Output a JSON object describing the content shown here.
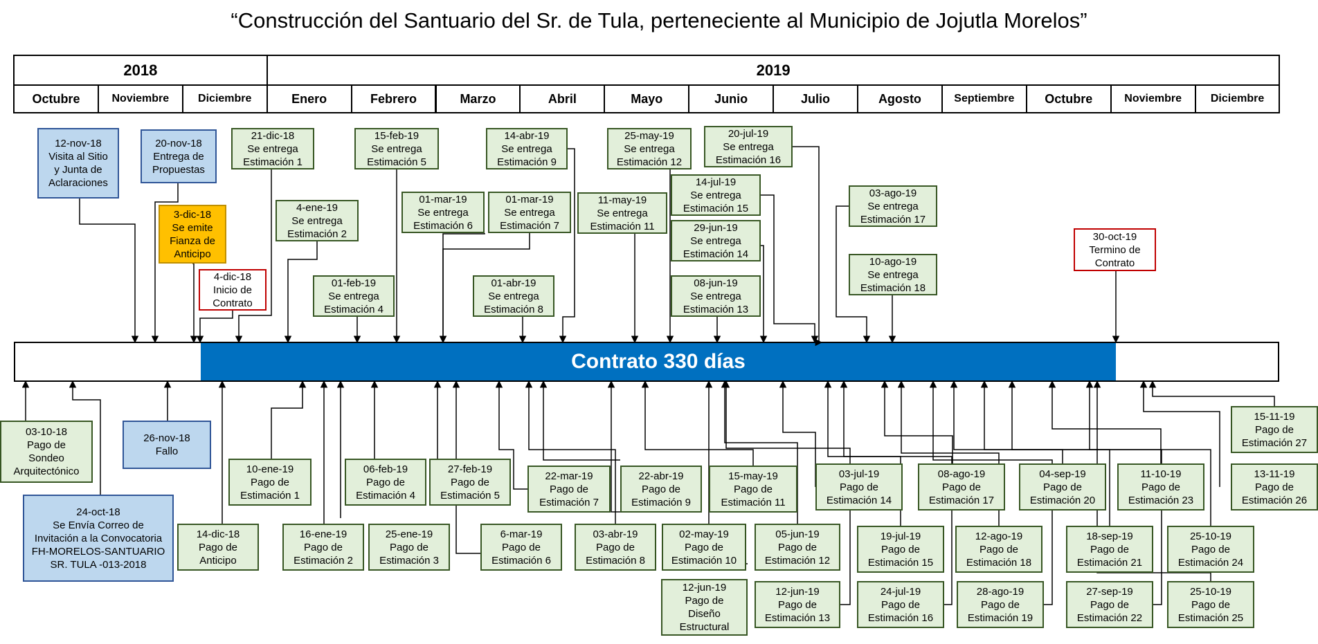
{
  "title": "“Construcción del Santuario del Sr. de Tula, perteneciente al Municipio de Jojutla Morelos”",
  "calendar": {
    "years": [
      {
        "label": "2018",
        "start": 0,
        "span": 3
      },
      {
        "label": "2019",
        "start": 3,
        "span": 12
      }
    ],
    "months": [
      "Octubre",
      "Noviembre",
      "Diciembre",
      "Enero",
      "Febrero",
      "Marzo",
      "Abril",
      "Mayo",
      "Junio",
      "Julio",
      "Agosto",
      "Septiembre",
      "Octubre",
      "Noviembre",
      "Diciembre"
    ]
  },
  "bar_label": "Contrato 330 días",
  "colors": {
    "bar": "#0070c0",
    "green_fill": "#e2efda",
    "green_border": "#375623",
    "blue_fill": "#bdd7ee",
    "blue_border": "#2f5597",
    "orange_fill": "#ffc000",
    "red_border": "#c00000"
  },
  "events_above": [
    {
      "text": "12-nov-18\nVisita al Sitio\ny Junta de\nAclaraciones",
      "style": "blue"
    },
    {
      "text": "20-nov-18\nEntrega de\nPropuestas",
      "style": "blue"
    },
    {
      "text": "3-dic-18\nSe emite\nFianza de\nAnticipo",
      "style": "orange"
    },
    {
      "text": "4-dic-18\nInicio de\nContrato",
      "style": "red"
    },
    {
      "text": "21-dic-18\nSe entrega\nEstimación 1",
      "style": "green"
    },
    {
      "text": "4-ene-19\nSe entrega\nEstimación 2",
      "style": "green"
    },
    {
      "text": "01-feb-19\nSe entrega\nEstimación 4",
      "style": "green"
    },
    {
      "text": "15-feb-19\nSe entrega\nEstimación 5",
      "style": "green"
    },
    {
      "text": "01-mar-19\nSe entrega\nEstimación 6",
      "style": "green"
    },
    {
      "text": "01-mar-19\nSe entrega\nEstimación 7",
      "style": "green"
    },
    {
      "text": "01-abr-19\nSe entrega\nEstimación 8",
      "style": "green"
    },
    {
      "text": "14-abr-19\nSe entrega\nEstimación 9",
      "style": "green"
    },
    {
      "text": "11-may-19\nSe entrega\nEstimación 11",
      "style": "green"
    },
    {
      "text": "25-may-19\nSe entrega\nEstimación 12",
      "style": "green"
    },
    {
      "text": "08-jun-19\nSe entrega\nEstimación 13",
      "style": "green"
    },
    {
      "text": "29-jun-19\nSe entrega\nEstimación 14",
      "style": "green"
    },
    {
      "text": "14-jul-19\nSe entrega\nEstimación 15",
      "style": "green"
    },
    {
      "text": "20-jul-19\nSe entrega\nEstimación 16",
      "style": "green"
    },
    {
      "text": "03-ago-19\nSe entrega\nEstimación 17",
      "style": "green"
    },
    {
      "text": "10-ago-19\nSe entrega\nEstimación 18",
      "style": "green"
    },
    {
      "text": "30-oct-19\nTermino de\nContrato",
      "style": "red"
    }
  ],
  "events_below": [
    {
      "text": "03-10-18\nPago de\nSondeo\nArquitectónico",
      "style": "green"
    },
    {
      "text": "24-oct-18\nSe Envía Correo de\nInvitación a la Convocatoria\nFH-MORELOS-SANTUARIO\nSR. TULA -013-2018",
      "style": "blue"
    },
    {
      "text": "26-nov-18\nFallo",
      "style": "blue"
    },
    {
      "text": "14-dic-18\nPago de\nAnticipo",
      "style": "green"
    },
    {
      "text": "10-ene-19\nPago de\nEstimación 1",
      "style": "green"
    },
    {
      "text": "16-ene-19\nPago de\nEstimación 2",
      "style": "green"
    },
    {
      "text": "25-ene-19\nPago de\nEstimación 3",
      "style": "green"
    },
    {
      "text": "06-feb-19\nPago de\nEstimación 4",
      "style": "green"
    },
    {
      "text": "27-feb-19\nPago de\nEstimación 5",
      "style": "green"
    },
    {
      "text": "6-mar-19\nPago de\nEstimación 6",
      "style": "green"
    },
    {
      "text": "22-mar-19\nPago de\nEstimación 7",
      "style": "green"
    },
    {
      "text": "03-abr-19\nPago de\nEstimación 8",
      "style": "green"
    },
    {
      "text": "22-abr-19\nPago de\nEstimación 9",
      "style": "green"
    },
    {
      "text": "02-may-19\nPago de\nEstimación 10",
      "style": "green"
    },
    {
      "text": "15-may-19\nPago de\nEstimación 11",
      "style": "green"
    },
    {
      "text": "12-jun-19\nPago de\nDiseño\nEstructural",
      "style": "green"
    },
    {
      "text": "05-jun-19\nPago de\nEstimación 12",
      "style": "green"
    },
    {
      "text": "12-jun-19\nPago de\nEstimación 13",
      "style": "green"
    },
    {
      "text": "03-jul-19\nPago de\nEstimación 14",
      "style": "green"
    },
    {
      "text": "19-jul-19\nPago de\nEstimación 15",
      "style": "green"
    },
    {
      "text": "24-jul-19\nPago de\nEstimación 16",
      "style": "green"
    },
    {
      "text": "08-ago-19\nPago de\nEstimación 17",
      "style": "green"
    },
    {
      "text": "12-ago-19\nPago de\nEstimación 18",
      "style": "green"
    },
    {
      "text": "28-ago-19\nPago de\nEstimación 19",
      "style": "green"
    },
    {
      "text": "04-sep-19\nPago de\nEstimación 20",
      "style": "green"
    },
    {
      "text": "18-sep-19\nPago de\nEstimación 21",
      "style": "green"
    },
    {
      "text": "27-sep-19\nPago de\nEstimación 22",
      "style": "green"
    },
    {
      "text": "11-10-19\nPago de\nEstimación 23",
      "style": "green"
    },
    {
      "text": "25-10-19\nPago de\nEstimación 24",
      "style": "green"
    },
    {
      "text": "25-10-19\nPago de\nEstimación 25",
      "style": "green"
    },
    {
      "text": "13-11-19\nPago de\nEstimación 26",
      "style": "green"
    },
    {
      "text": "15-11-19\nPago de\nEstimación 27",
      "style": "green"
    }
  ]
}
